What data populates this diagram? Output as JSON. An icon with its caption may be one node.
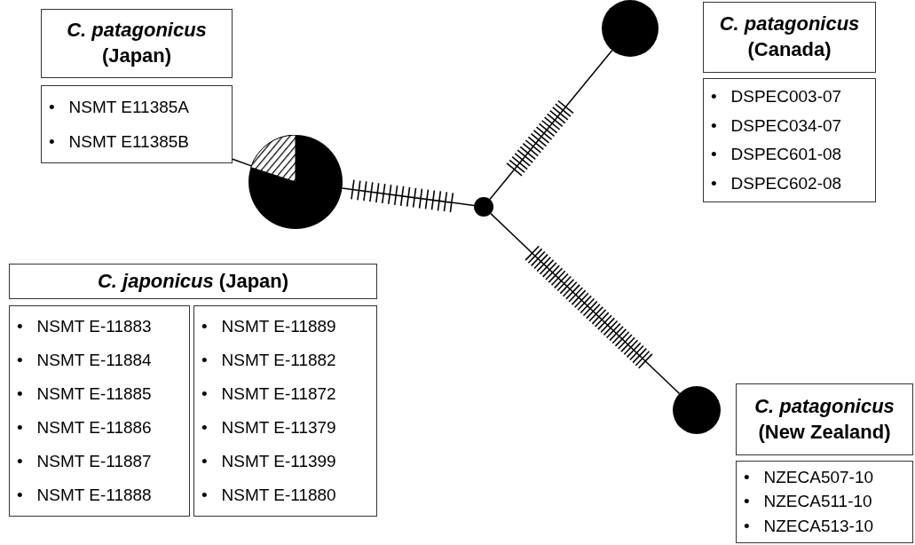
{
  "diagram": {
    "nodes": [
      {
        "text": [
          "*C. patagonicus* (Japan)"
        ]
      },
      {
        "text": [
          "•   NSMT E11385A",
          "•   NSMT E11385B"
        ]
      },
      {
        "text": [],
        "shape": "circle"
      },
      {
        "text": [],
        "shape": "circle"
      },
      {
        "text": [],
        "shape": "circle"
      },
      {
        "text": [
          "*C. patagonicus* (Canada)"
        ]
      },
      {
        "text": [
          "•   DSPEC003-07",
          "•   DSPEC034-07",
          "•   DSPEC601-08",
          "•   DSPEC602-08"
        ]
      },
      {
        "text": [
          "*C. japonicus* (Japan)"
        ]
      },
      {
        "text": [
          "•   NSMT E-11883",
          "•   NSMT E-11884",
          "•   NSMT E-11885",
          "•   NSMT E-11886",
          "•   NSMT E-11887",
          "•   NSMT E-11888"
        ]
      },
      {
        "text": [
          "•   NSMT E-11889",
          "•   NSMT E-11882",
          "•   NSMT E-11872",
          "•   NSMT E-11379",
          "•   NSMT E-11399",
          "•   NSMT E-11880"
        ]
      },
      {
        "text": [],
        "shape": "circle"
      },
      {
        "text": [
          "*C. patagonicus* (New Zealand)"
        ]
      },
      {
        "text": [
          "•   NZECA507-10",
          "•   NZECA511-10",
          "•   NZECA513-10"
        ]
      }
    ],
    "edges": [
      {
        "from": 1,
        "to": 2,
        "arrow": "none"
      },
      {
        "from": 2,
        "to": 3,
        "arrow": "none"
      },
      {
        "from": 3,
        "to": 4,
        "arrow": "none"
      },
      {
        "from": 3,
        "to": 10,
        "arrow": "none"
      }
    ]
  }
}
